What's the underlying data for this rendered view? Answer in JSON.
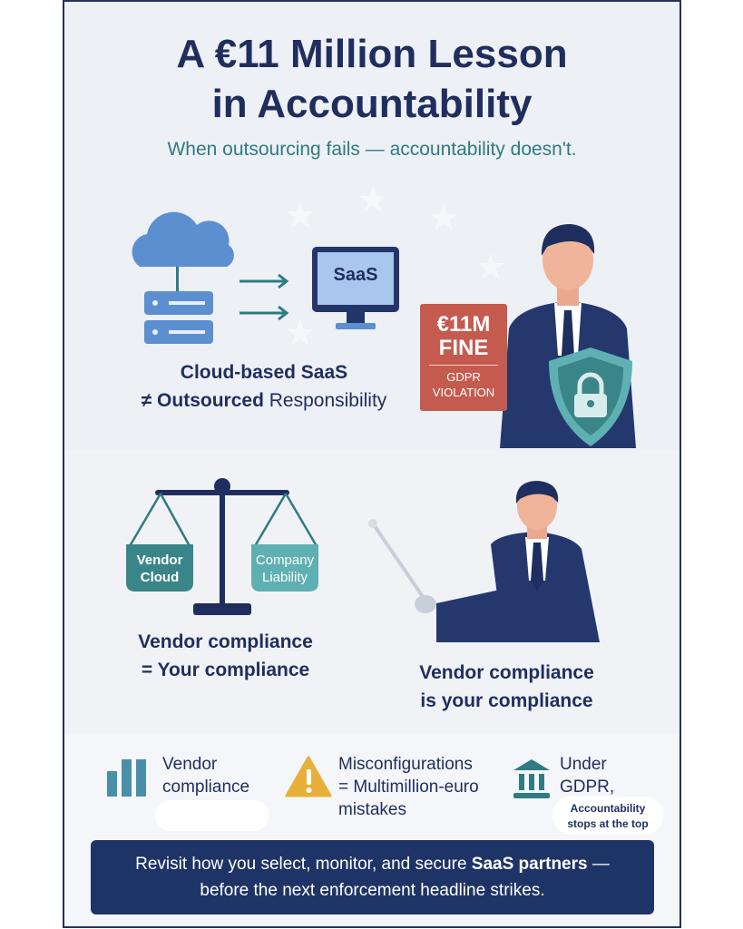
{
  "header": {
    "title_line1": "A €11 Million Lesson",
    "title_line2": "in Accountability",
    "subtitle": "When outsourcing fails — accountability doesn't."
  },
  "section1": {
    "monitor_label": "SaaS",
    "caption_line1": "Cloud-based SaaS",
    "caption_prefix": "≠ ",
    "caption_bold": "Outsourced",
    "caption_rest": " Responsibility",
    "fine_amount": "€11M",
    "fine_word": "FINE",
    "fine_reason_line1": "GDPR",
    "fine_reason_line2": "VIOLATION"
  },
  "section2": {
    "left_pan_line1": "Vendor",
    "left_pan_line2": "Cloud",
    "right_pan_line1": "Company",
    "right_pan_line2": "Liability",
    "left_caption_line1": "Vendor compliance",
    "left_caption_line2": "= Your compliance",
    "right_caption_line1": "Vendor compliance",
    "right_caption_line2": "is your compliance"
  },
  "points": [
    {
      "icon": "bar-chart-icon",
      "line1": "Vendor",
      "line2": "compliance"
    },
    {
      "icon": "warning-icon",
      "line1": "Misconfigurations",
      "line2": "= Multimillion-euro",
      "line3": "mistakes"
    },
    {
      "icon": "bank-icon",
      "line1": "Under",
      "line2": "GDPR,",
      "note1": "Accountability",
      "note2": "stops at the top"
    }
  ],
  "banner": {
    "line1_a": "Revisit how you select, monitor, and secure ",
    "line1_b": "SaaS partners",
    "line1_c": " —",
    "line2": "before the next enforcement headline strikes."
  },
  "colors": {
    "navy": "#1f2e5e",
    "teal": "#2f7b82",
    "red": "#c55a4f",
    "blue": "#5b8fd0",
    "amber": "#e8b03a"
  }
}
